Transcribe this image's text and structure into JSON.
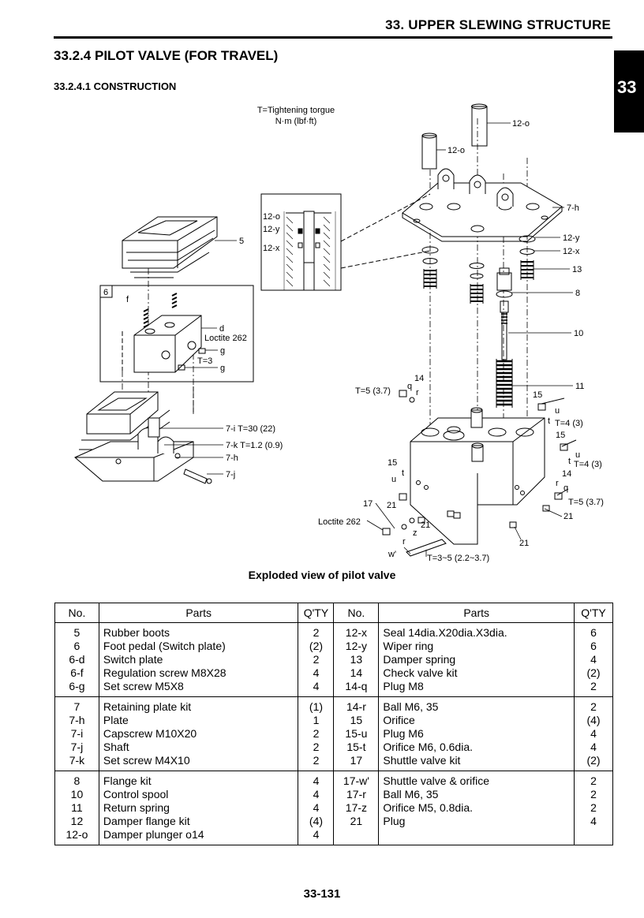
{
  "header": {
    "chapter_title": "33. UPPER SLEWING STRUCTURE",
    "tab_number": "33"
  },
  "section": {
    "title": "33.2.4  PILOT VALVE (FOR TRAVEL)",
    "subtitle": "33.2.4.1 CONSTRUCTION"
  },
  "figure": {
    "caption": "Exploded view of pilot valve",
    "torque_note": [
      "T=Tightening torgue",
      "N·m (lbf·ft)"
    ],
    "labels": {
      "l_12o_a": "12-o",
      "l_12o_b": "12-o",
      "l_7h": "7-h",
      "l_12y": "12-y",
      "l_12x": "12-x",
      "l_13": "13",
      "l_8": "8",
      "l_10": "10",
      "l_11": "11",
      "l_5": "5",
      "l_6": "6",
      "l_f": "f",
      "l_d": "d",
      "l_loctite_a": "Loctite 262",
      "l_g1": "g",
      "l_t3": "T=3",
      "l_g2": "g",
      "l_7i": "7-i  T=30 (22)",
      "l_7k": "7-k  T=1.2 (0.9)",
      "l_7h2": "7-h",
      "l_7j": "7-j",
      "inset_12o": "12-o",
      "inset_12y": "12-y",
      "inset_12x": "12-x",
      "l_t5a": "T=5 (3.7)",
      "l_14a": "14",
      "l_qa": "q",
      "l_ra": "r",
      "l_15a": "15",
      "l_ua": "u",
      "l_ta": "t",
      "l_t4a": "T=4 (3)",
      "l_15b": "15",
      "l_ub": "u",
      "l_tb": "t",
      "l_t4b": "T=4 (3)",
      "l_15c": "15",
      "l_uc": "u",
      "l_tc": "t",
      "l_14b": "14",
      "l_qb": "q",
      "l_rb": "r",
      "l_t5b": "T=5 (3.7)",
      "l_17": "17",
      "l_21a": "21",
      "l_21b": "21",
      "l_21c": "21",
      "l_21d": "21",
      "l_loctite_b": "Loctite 262",
      "l_z": "z",
      "l_r2": "r",
      "l_w": "w'",
      "l_t35": "T=3~5 (2.2~3.7)"
    }
  },
  "parts_table": {
    "headers": [
      "No.",
      "Parts",
      "Q'TY",
      "No.",
      "Parts",
      "Q'TY"
    ],
    "groups": [
      {
        "left_no": [
          "5",
          "6",
          "6-d",
          "6-f",
          "6-g"
        ],
        "left_parts": [
          "Rubber boots",
          "Foot pedal (Switch plate)",
          "Switch plate",
          "Regulation screw M8X28",
          "Set screw M5X8"
        ],
        "left_qty": [
          "2",
          "(2)",
          "2",
          "4",
          "4"
        ],
        "right_no": [
          "12-x",
          "12-y",
          "13",
          "14",
          "14-q"
        ],
        "right_parts": [
          "Seal 14dia.X20dia.X3dia.",
          "Wiper ring",
          "Damper spring",
          "Check valve kit",
          "Plug M8"
        ],
        "right_qty": [
          "6",
          "6",
          "4",
          "(2)",
          "2"
        ]
      },
      {
        "left_no": [
          "7",
          "7-h",
          "7-i",
          "7-j",
          "7-k"
        ],
        "left_parts": [
          "Retaining plate kit",
          "Plate",
          "Capscrew M10X20",
          "Shaft",
          "Set screw M4X10"
        ],
        "left_qty": [
          "(1)",
          "1",
          "2",
          "2",
          "2"
        ],
        "right_no": [
          "14-r",
          "15",
          "15-u",
          "15-t",
          "17"
        ],
        "right_parts": [
          "Ball M6, 35",
          "Orifice",
          "Plug M6",
          "Orifice M6, 0.6dia.",
          "Shuttle valve kit"
        ],
        "right_qty": [
          "2",
          "(4)",
          "4",
          "4",
          "(2)"
        ]
      },
      {
        "left_no": [
          "8",
          "10",
          "11",
          "12",
          "12-o"
        ],
        "left_parts": [
          "Flange kit",
          "Control spool",
          "Return spring",
          "Damper flange kit",
          "Damper plunger o14"
        ],
        "left_qty": [
          "4",
          "4",
          "4",
          "(4)",
          "4"
        ],
        "right_no": [
          "17-w'",
          "17-r",
          "17-z",
          "21"
        ],
        "right_parts": [
          "Shuttle valve & orifice",
          "Ball M6, 35",
          "Orifice M5, 0.8dia.",
          "Plug"
        ],
        "right_qty": [
          "2",
          "2",
          "2",
          "4"
        ]
      }
    ]
  },
  "footer": {
    "page_number": "33-131"
  }
}
